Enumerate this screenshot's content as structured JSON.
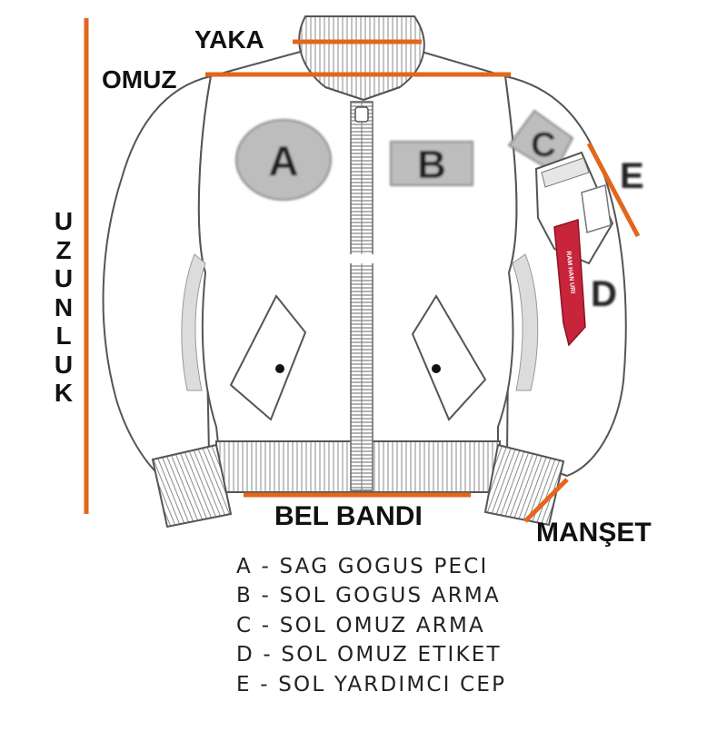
{
  "labels": {
    "yaka": "YAKA",
    "omuz": "OMUZ",
    "uzunluk": "UZUNLUK",
    "bel_bandi": "BEL BANDI",
    "manset": "MANŞET",
    "e": "E",
    "d": "D"
  },
  "patches": {
    "a": "A",
    "b": "B",
    "c": "C",
    "tag_text": "RAM HAN URI"
  },
  "legend": [
    "A - SAG GOGUS PECI",
    "B - SOL GOGUS ARMA",
    "C - SOL OMUZ ARMA",
    "D - SOL OMUZ ETIKET",
    "E - SOL YARDIMCI CEP"
  ],
  "colors": {
    "measure_line": "#e2661b",
    "outline": "#555555",
    "patch_fill": "#b9b9b9",
    "tag": "#c8243a"
  }
}
